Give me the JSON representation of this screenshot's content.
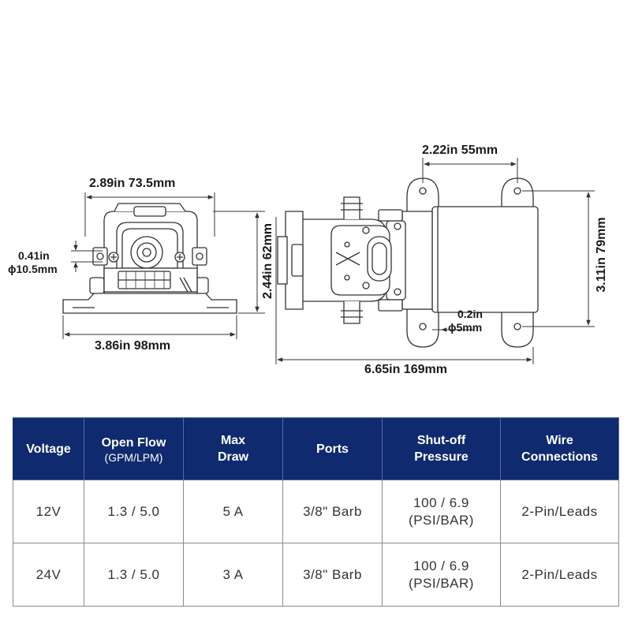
{
  "dimensions": {
    "front_width": "2.89in 73.5mm",
    "inlet_diameter_in": "0.41in",
    "inlet_diameter_mm": "ϕ10.5mm",
    "front_height": "2.44in 62mm",
    "base_width": "3.86in 98mm",
    "mount_spacing": "2.22in 55mm",
    "side_height": "3.11in 79mm",
    "hole_diameter_in": "0.2in",
    "hole_diameter_mm": "ϕ5mm",
    "overall_length": "6.65in 169mm"
  },
  "table": {
    "headers": [
      {
        "title": "Voltage",
        "sub": ""
      },
      {
        "title": "Open Flow",
        "sub": "(GPM/LPM)"
      },
      {
        "title": "Max Draw",
        "sub": ""
      },
      {
        "title": "Ports",
        "sub": ""
      },
      {
        "title": "Shut-off Pressure",
        "sub": ""
      },
      {
        "title": "Wire Connections",
        "sub": ""
      }
    ],
    "rows": [
      [
        "12V",
        "1.3 / 5.0",
        "5 A",
        "3/8\" Barb",
        "100 / 6.9 (PSI/BAR)",
        "2-Pin/Leads"
      ],
      [
        "24V",
        "1.3 / 5.0",
        "3 A",
        "3/8\" Barb",
        "100 / 6.9 (PSI/BAR)",
        "2-Pin/Leads"
      ]
    ]
  },
  "colors": {
    "header_bg": "#0f2a6e",
    "header_text": "#ffffff",
    "line": "#333333"
  }
}
